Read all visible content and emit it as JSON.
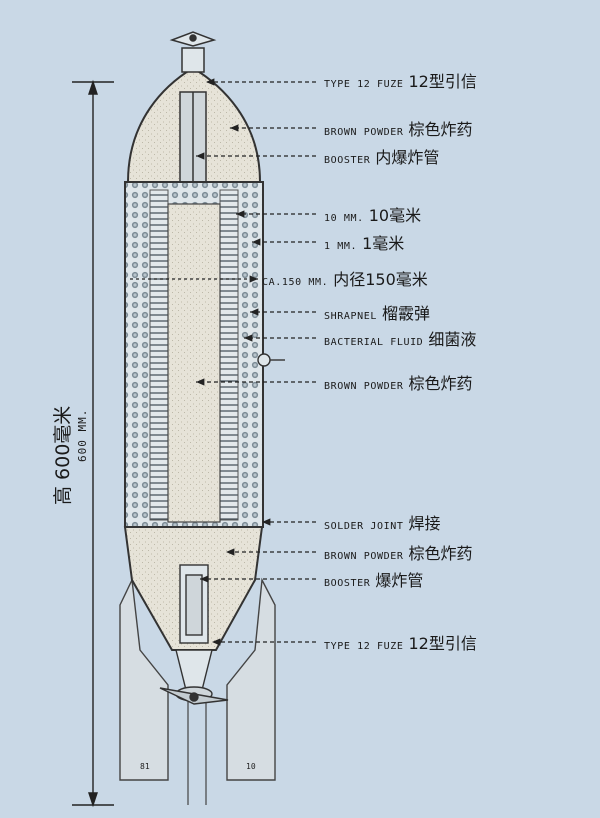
{
  "height_label_zh": "高 600毫米",
  "height_label_en": "600 MM.",
  "fin_numbers": [
    "81",
    "10"
  ],
  "labels": [
    {
      "id": "type-12-fuze-top",
      "en": "TYPE 12 FUZE",
      "zh": "12型引信"
    },
    {
      "id": "brown-powder-top",
      "en": "BROWN POWDER",
      "zh": "棕色炸药"
    },
    {
      "id": "booster-top",
      "en": "BOOSTER",
      "zh": "内爆炸管"
    },
    {
      "id": "10mm",
      "en": "10 MM.",
      "zh": "10毫米"
    },
    {
      "id": "1mm",
      "en": "1 MM.",
      "zh": "1毫米"
    },
    {
      "id": "ca150mm",
      "en": "CA.150 MM.",
      "zh": "内径150毫米"
    },
    {
      "id": "shrapnel",
      "en": "SHRAPNEL",
      "zh": "榴霰弹"
    },
    {
      "id": "bacterial-fluid",
      "en": "BACTERIAL FLUID",
      "zh": "细菌液"
    },
    {
      "id": "brown-powder-mid",
      "en": "BROWN POWDER",
      "zh": "棕色炸药"
    },
    {
      "id": "solder-joint",
      "en": "SOLDER JOINT",
      "zh": "焊接"
    },
    {
      "id": "brown-powder-bottom",
      "en": "BROWN POWDER",
      "zh": "棕色炸药"
    },
    {
      "id": "booster-bottom",
      "en": "BOOSTER",
      "zh": "爆炸管"
    },
    {
      "id": "type-12-fuze-bottom",
      "en": "TYPE 12 FUZE",
      "zh": "12型引信"
    }
  ]
}
